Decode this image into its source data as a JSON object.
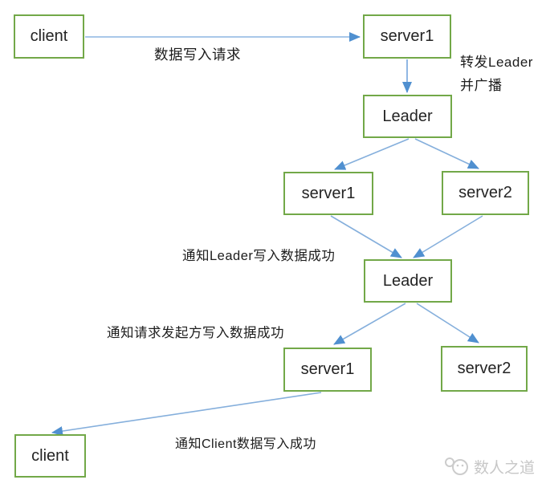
{
  "diagram": {
    "nodes": {
      "client_top": "client",
      "server1_top": "server1",
      "leader_1": "Leader",
      "server1_mid": "server1",
      "server2_mid": "server2",
      "leader_2": "Leader",
      "server1_bottom": "server1",
      "server2_bottom": "server2",
      "client_bottom": "client"
    },
    "edge_labels": {
      "write_request": "数据写入请求",
      "forward_leader_line1": "转发Leader",
      "forward_leader_line2": "并广播",
      "notify_leader": "通知Leader写入数据成功",
      "notify_requester": "通知请求发起方写入数据成功",
      "notify_client": "通知Client数据写入成功"
    },
    "colors": {
      "node_border": "#72a848",
      "arrow_line": "#85afdc",
      "arrow_head": "#5b9bd5",
      "label_text": "#1c1c1c",
      "watermark": "#c7c7c7"
    }
  },
  "watermark": {
    "text": "数人之道"
  }
}
